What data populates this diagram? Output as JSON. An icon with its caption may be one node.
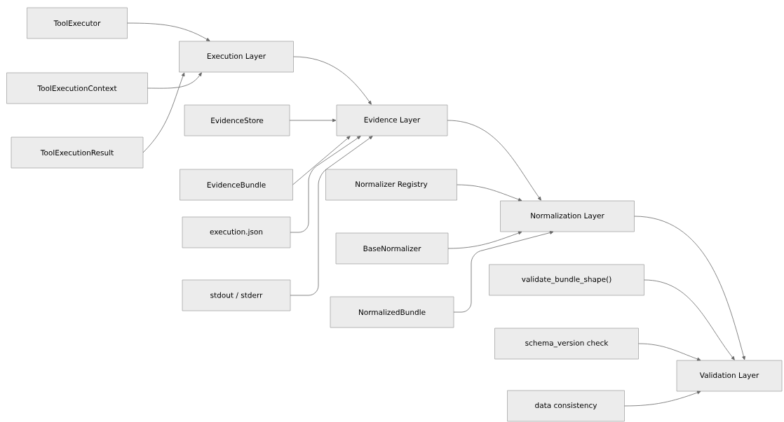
{
  "diagram": {
    "nodes": [
      {
        "text": [
          "ToolExecutor"
        ]
      },
      {
        "text": [
          "Execution Layer"
        ]
      },
      {
        "text": [
          "ToolExecutionContext"
        ]
      },
      {
        "text": [
          "EvidenceStore"
        ]
      },
      {
        "text": [
          "Evidence Layer"
        ]
      },
      {
        "text": [
          "ToolExecutionResult"
        ]
      },
      {
        "text": [
          "EvidenceBundle"
        ]
      },
      {
        "text": [
          "Normalizer Registry"
        ]
      },
      {
        "text": [
          "Normalization Layer"
        ]
      },
      {
        "text": [
          "execution.json"
        ]
      },
      {
        "text": [
          "BaseNormalizer"
        ]
      },
      {
        "text": [
          "validate_bundle_shape()"
        ]
      },
      {
        "text": [
          "stdout / stderr"
        ]
      },
      {
        "text": [
          "NormalizedBundle"
        ]
      },
      {
        "text": [
          "schema_version check"
        ]
      },
      {
        "text": [
          "Validation Layer"
        ]
      },
      {
        "text": [
          "data consistency"
        ]
      }
    ],
    "edges": [
      {
        "from": 0,
        "to": 1,
        "arrow": "to"
      },
      {
        "from": 2,
        "to": 1,
        "arrow": "to"
      },
      {
        "from": 5,
        "to": 1,
        "arrow": "to"
      },
      {
        "from": 1,
        "to": 4,
        "arrow": "to"
      },
      {
        "from": 3,
        "to": 4,
        "arrow": "to"
      },
      {
        "from": 6,
        "to": 4,
        "arrow": "to"
      },
      {
        "from": 9,
        "to": 4,
        "arrow": "to"
      },
      {
        "from": 12,
        "to": 4,
        "arrow": "to"
      },
      {
        "from": 4,
        "to": 8,
        "arrow": "to"
      },
      {
        "from": 7,
        "to": 8,
        "arrow": "to"
      },
      {
        "from": 10,
        "to": 8,
        "arrow": "to"
      },
      {
        "from": 13,
        "to": 8,
        "arrow": "to"
      },
      {
        "from": 8,
        "to": 15,
        "arrow": "to"
      },
      {
        "from": 11,
        "to": 15,
        "arrow": "to"
      },
      {
        "from": 14,
        "to": 15,
        "arrow": "to"
      },
      {
        "from": 16,
        "to": 15,
        "arrow": "to"
      }
    ]
  }
}
